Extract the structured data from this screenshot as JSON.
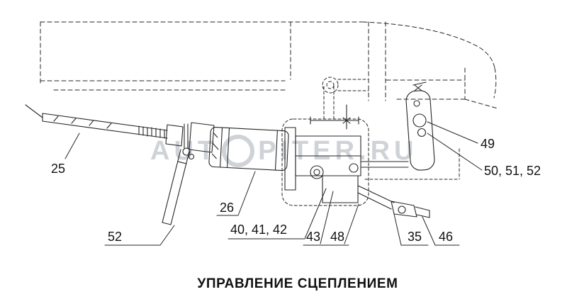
{
  "diagram": {
    "caption": "УПРАВЛЕНИЕ СЦЕПЛЕНИЕМ",
    "watermark": {
      "prefix": "AUT",
      "suffix": "PITER.RU"
    },
    "callouts": [
      {
        "label": "25"
      },
      {
        "label": "52"
      },
      {
        "label": "26"
      },
      {
        "label": "40, 41, 42"
      },
      {
        "label": "43"
      },
      {
        "label": "48"
      },
      {
        "label": "35"
      },
      {
        "label": "46"
      },
      {
        "label": "49"
      },
      {
        "label": "50, 51, 52"
      }
    ]
  }
}
